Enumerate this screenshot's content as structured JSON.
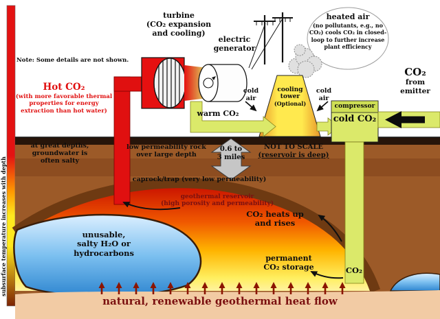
{
  "colors": {
    "hot_pipe": "#e01010",
    "cold_pipe": "#dbe96a",
    "heat_text": "#7b1010",
    "water_blue": "#2f86d0",
    "earth_brown": "#9c5a28",
    "tan_band": "#f2cba4"
  },
  "labels": {
    "note": "Note: Some details are not shown.",
    "turbine": {
      "l1": "turbine",
      "l2": "(CO₂ expansion",
      "l3": "and cooling)"
    },
    "generator": {
      "l1": "electric",
      "l2": "generator"
    },
    "heated_air": {
      "title": "heated air",
      "body": "(no pollutants, e.g., no CO₂) cools CO₂ in closed-loop to further increase plant efficiency"
    },
    "hot_co2": {
      "title": "Hot CO₂",
      "body": "(with more favorable thermal properties for energy extraction than hot water)"
    },
    "warm_co2": "warm CO₂",
    "cold_air_left": {
      "l1": "cold",
      "l2": "air"
    },
    "cold_air_right": {
      "l1": "cold",
      "l2": "air"
    },
    "cooling_tower": {
      "l1": "cooling",
      "l2": "tower",
      "l3": "(Optional)"
    },
    "emitter": {
      "l1": "CO₂",
      "l2": "from",
      "l3": "emitter"
    },
    "compressor": "compressor",
    "cold_co2": "cold CO₂",
    "groundwater": {
      "l1": "at great depths,",
      "l2": "groundwater is",
      "l3": "often salty"
    },
    "low_permeability": {
      "l1": "low permeability rock",
      "l2": "over large depth"
    },
    "depth_range": {
      "l1": "0.6 to",
      "l2": "3 miles"
    },
    "not_to_scale": {
      "l1": "NOT TO SCALE",
      "l2": "(reservoir is deep)"
    },
    "caprock": "caprock/trap (very low permeability)",
    "geothermal_reservoir": {
      "l1": "geothermal reservoir",
      "l2": "(high porosity and permeability)"
    },
    "co2_heats": {
      "l1": "CO₂ heats up",
      "l2": "and rises"
    },
    "unusable": {
      "l1": "unusable,",
      "l2": "salty H₂O or",
      "l3": "hydrocarbons"
    },
    "permanent_storage": {
      "l1": "permanent",
      "l2": "CO₂ storage"
    },
    "co2_well_bottom": "CO₂",
    "heat_flow": "natural, renewable geothermal heat flow",
    "depth_axis": "subsurface temperature increases with depth"
  }
}
